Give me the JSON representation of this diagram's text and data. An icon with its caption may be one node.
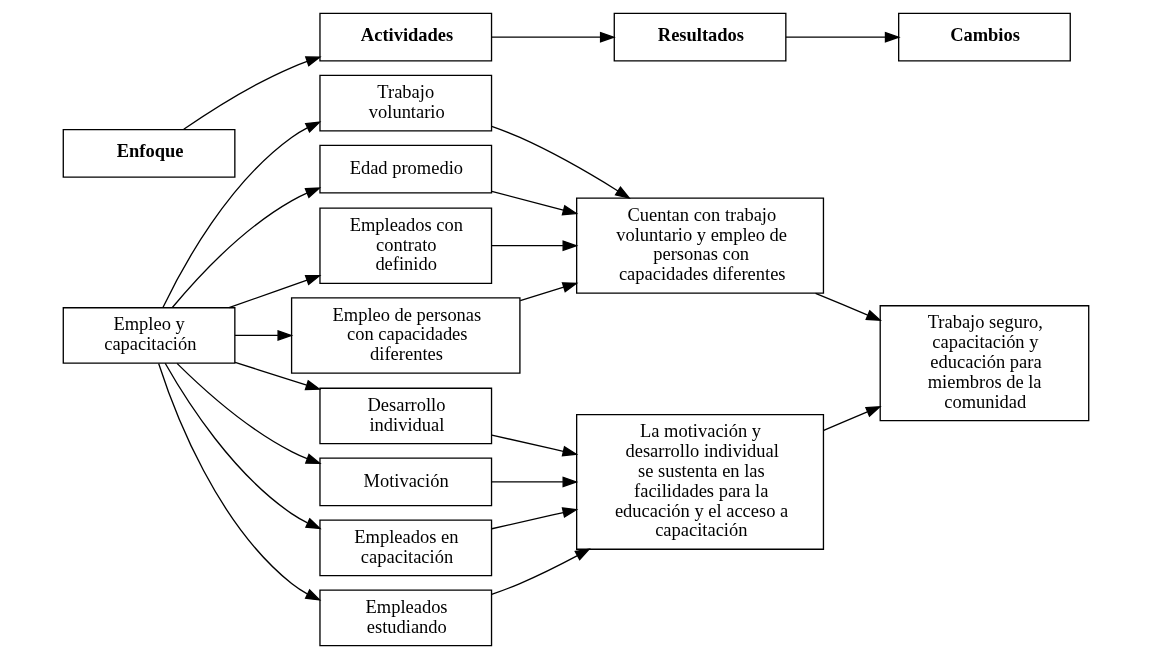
{
  "diagram": {
    "nodes": [
      {
        "text": [
          "Enfoque"
        ]
      },
      {
        "text": [
          "Actividades"
        ]
      },
      {
        "text": [
          "Resultados"
        ]
      },
      {
        "text": [
          "Cambios"
        ]
      },
      {
        "text": [
          "Empleo y capacitación"
        ]
      },
      {
        "text": [
          "Trabajo voluntario"
        ]
      },
      {
        "text": [
          "Edad promedio"
        ]
      },
      {
        "text": [
          "Empleados con contrato definido"
        ]
      },
      {
        "text": [
          "Empleo de personas con capacidades diferentes"
        ]
      },
      {
        "text": [
          "Desarrollo individual"
        ]
      },
      {
        "text": [
          "Motivación"
        ]
      },
      {
        "text": [
          "Empleados en capacitación"
        ]
      },
      {
        "text": [
          "Empleados estudiando"
        ]
      },
      {
        "text": [
          "Cuentan con trabajo voluntario y empleo de personas con capacidades diferentes"
        ]
      },
      {
        "text": [
          "La motivación y desarrollo individual se sustenta en las facilidades para la educación y el acceso a capacitación"
        ]
      },
      {
        "text": [
          "Trabajo seguro, capacitación y educación para miembros de la comunidad"
        ]
      }
    ],
    "edges": [
      {
        "from": 0,
        "to": 1,
        "arrow": "to"
      },
      {
        "from": 1,
        "to": 2,
        "arrow": "to"
      },
      {
        "from": 2,
        "to": 3,
        "arrow": "to"
      },
      {
        "from": 4,
        "to": 5,
        "arrow": "to"
      },
      {
        "from": 4,
        "to": 6,
        "arrow": "to"
      },
      {
        "from": 4,
        "to": 7,
        "arrow": "to"
      },
      {
        "from": 4,
        "to": 8,
        "arrow": "to"
      },
      {
        "from": 4,
        "to": 9,
        "arrow": "to"
      },
      {
        "from": 4,
        "to": 10,
        "arrow": "to"
      },
      {
        "from": 4,
        "to": 11,
        "arrow": "to"
      },
      {
        "from": 4,
        "to": 12,
        "arrow": "to"
      },
      {
        "from": 5,
        "to": 13,
        "arrow": "to"
      },
      {
        "from": 6,
        "to": 13,
        "arrow": "to"
      },
      {
        "from": 7,
        "to": 13,
        "arrow": "to"
      },
      {
        "from": 8,
        "to": 13,
        "arrow": "to"
      },
      {
        "from": 9,
        "to": 14,
        "arrow": "to"
      },
      {
        "from": 10,
        "to": 14,
        "arrow": "to"
      },
      {
        "from": 11,
        "to": 14,
        "arrow": "to"
      },
      {
        "from": 12,
        "to": 14,
        "arrow": "to"
      },
      {
        "from": 13,
        "to": 15,
        "arrow": "to"
      },
      {
        "from": 14,
        "to": 15,
        "arrow": "to"
      }
    ]
  }
}
